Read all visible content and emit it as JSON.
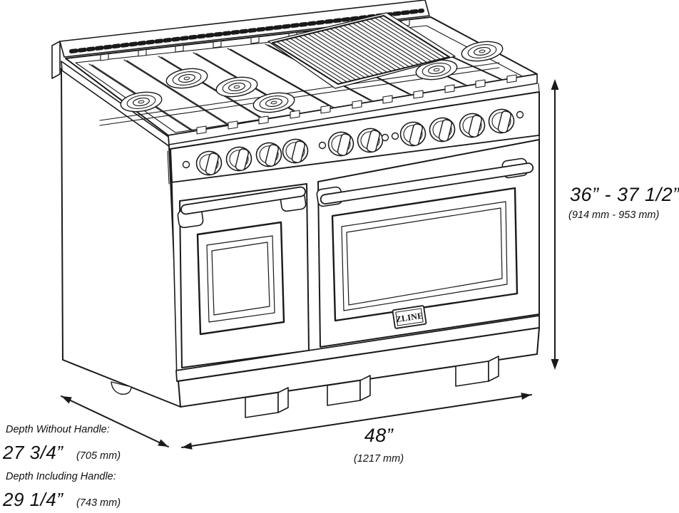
{
  "diagram": {
    "brand_badge": "ZLINE",
    "height": {
      "imperial": "36” - 37 1/2”",
      "metric": "(914 mm - 953 mm)"
    },
    "width": {
      "imperial": "48”",
      "metric": "(1217 mm)"
    },
    "depth_without_handle": {
      "label": "Depth Without Handle:",
      "imperial": "27 3/4”",
      "metric": "(705 mm)"
    },
    "depth_including_handle": {
      "label": "Depth Including Handle:",
      "imperial": "29 1/4”",
      "metric": "(743 mm)"
    },
    "ink_color": "#1a1a1a",
    "background_color": "#ffffff"
  }
}
